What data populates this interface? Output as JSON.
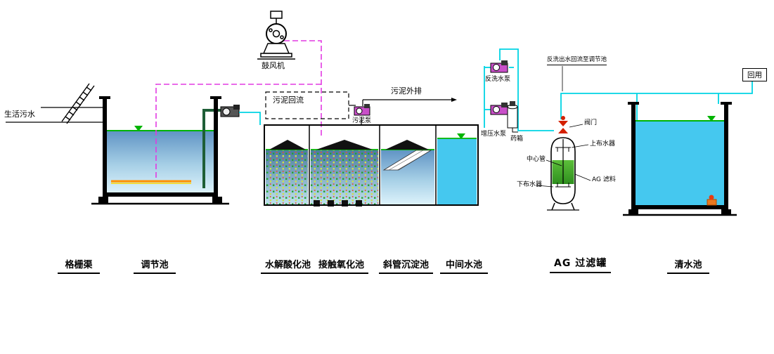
{
  "labels": {
    "influent": "生活污水",
    "grid_channel": "格栅渠",
    "regulating_tank": "调节池",
    "blower": "鼓风机",
    "sludge_return": "污泥回流",
    "sludge_discharge": "污泥外排",
    "sludge_pump": "污泥泵",
    "hydrolysis_tank": "水解酸化池",
    "contact_oxidation_tank": "接触氧化池",
    "inclined_tube_tank": "斜管沉淀池",
    "intermediate_tank": "中间水池",
    "backwash_pump": "反洗水泵",
    "booster_pump": "增压水泵",
    "chemical_tank": "药箱",
    "backwash_return_note": "反洗出水回流至调节池",
    "valve": "阀门",
    "upper_distributor": "上布水器",
    "center_pipe": "中心管",
    "lower_distributor": "下布水器",
    "ag_media": "AG 滤料",
    "ag_filter_tank": "AG 过滤罐",
    "clean_water_tank": "清水池",
    "reuse": "回用"
  },
  "colors": {
    "water_pipe": "#00d4e4",
    "air_pipe": "#e23ae2",
    "water_surface": "#00b400",
    "aeration_header": "#ff9000",
    "filter_media": "#3da02a",
    "valve": "#d42000",
    "water_fill_light": "#45c8ef"
  }
}
